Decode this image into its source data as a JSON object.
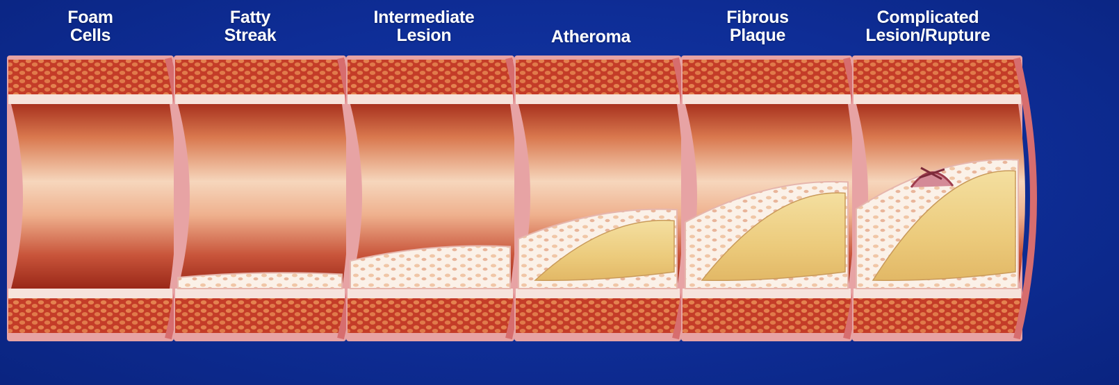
{
  "stages": [
    {
      "label": "Foam\nCells",
      "plaque": 0
    },
    {
      "label": "Fatty\nStreak",
      "plaque": 0.1
    },
    {
      "label": "Intermediate\nLesion",
      "plaque": 0.25
    },
    {
      "label": "Atheroma",
      "plaque": 0.45
    },
    {
      "label": "Fibrous\nPlaque",
      "plaque": 0.6
    },
    {
      "label": "Complicated\nLesion/Rupture",
      "plaque": 0.72
    }
  ],
  "colors": {
    "background": "#0e2d96",
    "label": "#ffffff",
    "media": "#c9402c",
    "media_cell": "#e0764a",
    "intima": "#f3d9d2",
    "lumen_dark": "#9c2a1a",
    "lumen_light": "#f7d9c0",
    "adventitia": "#e9a7a8",
    "lipid_core": "#efd78e",
    "rupture": "#b04a5a"
  }
}
